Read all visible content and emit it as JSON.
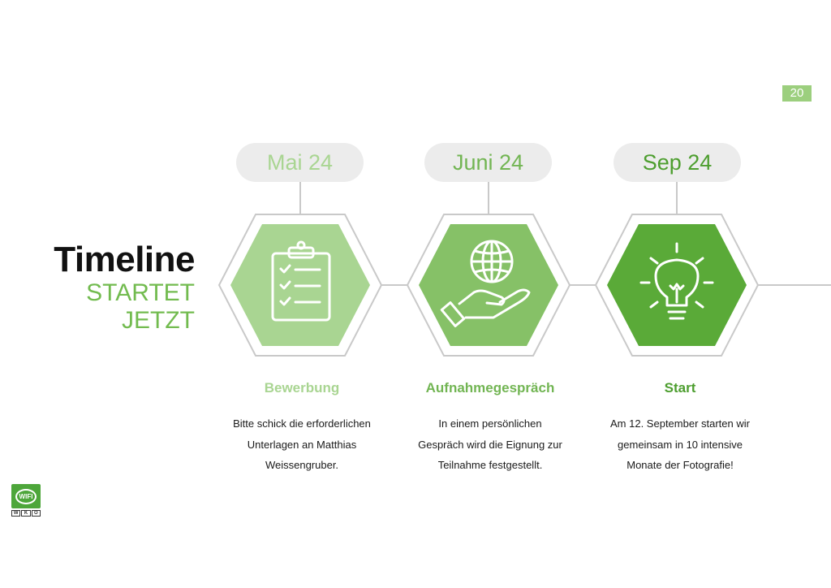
{
  "page_number": "20",
  "heading": {
    "title": "Timeline",
    "line1": "STARTET",
    "line2": "JETZT"
  },
  "colors": {
    "light_green": "#a9d592",
    "mid_green": "#86c167",
    "dark_green": "#5aaa38",
    "pill_bg": "#ececec",
    "outline": "#c9c9c9"
  },
  "steps": [
    {
      "date": "Mai 24",
      "title": "Bewerbung",
      "icon": "clipboard-checklist-icon",
      "desc": [
        "Bitte schick die erforderlichen",
        "Unterlagen an Matthias",
        "Weissengruber."
      ]
    },
    {
      "date": "Juni 24",
      "title": "Aufnahmegespräch",
      "icon": "globe-in-hand-icon",
      "desc": [
        "In einem persönlichen",
        "Gespräch wird die Eignung zur",
        "Teilnahme festgestellt."
      ]
    },
    {
      "date": "Sep 24",
      "title": "Start",
      "icon": "lightbulb-icon",
      "desc": [
        "Am 12. September starten wir",
        "gemeinsam in 10 intensive",
        "Monate der Fotografie!"
      ]
    }
  ],
  "logo": {
    "text": "WIFI",
    "sub": [
      "W",
      "K",
      "O"
    ]
  }
}
